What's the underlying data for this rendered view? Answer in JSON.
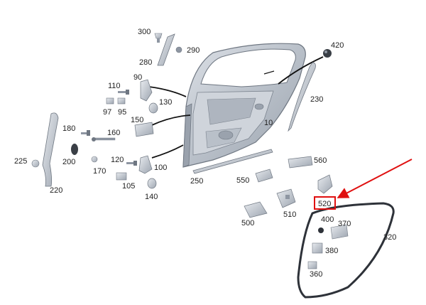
{
  "colors": {
    "part_fill": "#c9ced6",
    "part_dark": "#8e96a2",
    "part_light": "#e6e9ee",
    "outline": "#6f7782",
    "highlight_box": "#e01010",
    "arrow": "#e01010",
    "leader": "#111111"
  },
  "labels": {
    "p10": "10",
    "p90": "90",
    "p95": "95",
    "p97": "97",
    "p100": "100",
    "p105": "105",
    "p110": "110",
    "p120": "120",
    "p130": "130",
    "p140": "140",
    "p150": "150",
    "p160": "160",
    "p170": "170",
    "p180": "180",
    "p200": "200",
    "p220": "220",
    "p225": "225",
    "p230": "230",
    "p250": "250",
    "p280": "280",
    "p290": "290",
    "p300": "300",
    "p320": "320",
    "p360": "360",
    "p370": "370",
    "p380": "380",
    "p400": "400",
    "p420": "420",
    "p500": "500",
    "p510": "510",
    "p520": "520",
    "p550": "550",
    "p560": "560"
  }
}
